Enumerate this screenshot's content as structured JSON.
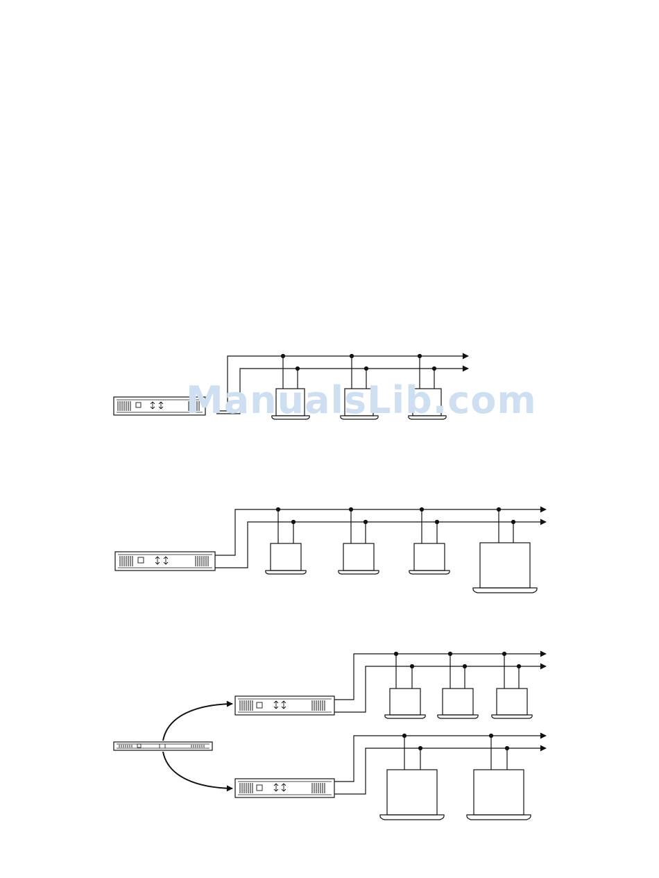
{
  "diagram": {
    "title": "",
    "panels": [
      {
        "name": "amp-to-three-speakers",
        "amplifiers": 1,
        "speakers": 3,
        "lines": 2
      },
      {
        "name": "amp-to-four-speakers",
        "amplifiers": 1,
        "speakers": 4,
        "lines": 2
      },
      {
        "name": "source-to-two-amps",
        "sources": 1,
        "amplifiers": 2,
        "speakers": 5,
        "lines": 4
      }
    ]
  },
  "watermark": {
    "text": "ManualsLib.com"
  },
  "colors": {
    "line": "#111111",
    "watermark": "#cfdff2",
    "background": "#ffffff"
  }
}
